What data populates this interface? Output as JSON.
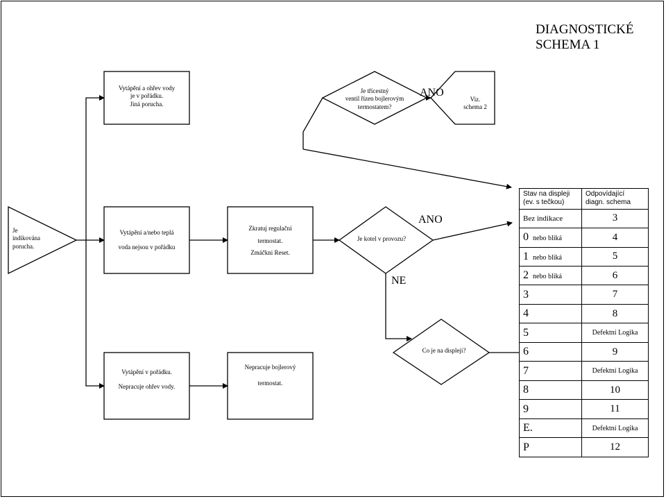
{
  "title": {
    "line1": "DIAGNOSTICKÉ",
    "line2": "SCHEMA 1"
  },
  "nodes": {
    "start": [
      "Je",
      "indikována",
      "porucha."
    ],
    "heating_fault": [
      "Vytápění a/nebo teplá",
      "voda nejsou v pořádku"
    ],
    "reset": [
      "Zkratuj regulační",
      "termostat.",
      "Zmáčkni Reset."
    ],
    "boiler_running": "Je kotel v provozu?",
    "display_question": "Co je na displeji?",
    "heating_ok_water_not": [
      "Vytápění v pořádku.",
      "Nepracuje ohřev vody."
    ],
    "boiler_thermostat": [
      "Nepracuje bojlerový",
      "termostat."
    ],
    "all_ok": [
      "Vytápění a ohřev vody",
      "je v pořádku.",
      "Jiná porucha."
    ],
    "three_way_valve": [
      "Je třícestný",
      "ventil řízen bojlerovým",
      "termostatem?"
    ],
    "see_schema2": [
      "Viz.",
      "schema 2"
    ]
  },
  "labels": {
    "yes_top": "ANO",
    "yes_mid": "ANO",
    "no_mid": "NE"
  },
  "table": {
    "header_state": [
      "Stav na displeji",
      "(ev. s tečkou)"
    ],
    "header_diag": [
      "Odpovídající",
      "diagn. schema"
    ],
    "rows": [
      {
        "state": "Bez indikace",
        "suffix": "",
        "diag": "3"
      },
      {
        "state": "0",
        "suffix": "nebo bliká",
        "diag": "4"
      },
      {
        "state": "1",
        "suffix": "nebo bliká",
        "diag": "5"
      },
      {
        "state": "2",
        "suffix": "nebo bliká",
        "diag": "6"
      },
      {
        "state": "3",
        "suffix": "",
        "diag": "7"
      },
      {
        "state": "4",
        "suffix": "",
        "diag": "8"
      },
      {
        "state": "5",
        "suffix": "",
        "diag": "Defektní Logika"
      },
      {
        "state": "6",
        "suffix": "",
        "diag": "9"
      },
      {
        "state": "7",
        "suffix": "",
        "diag": "Defektní Logika"
      },
      {
        "state": "8",
        "suffix": "",
        "diag": "10"
      },
      {
        "state": "9",
        "suffix": "",
        "diag": "11"
      },
      {
        "state": "E.",
        "suffix": "",
        "diag": "Defektní Logika"
      },
      {
        "state": "P",
        "suffix": "",
        "diag": "12"
      }
    ]
  }
}
